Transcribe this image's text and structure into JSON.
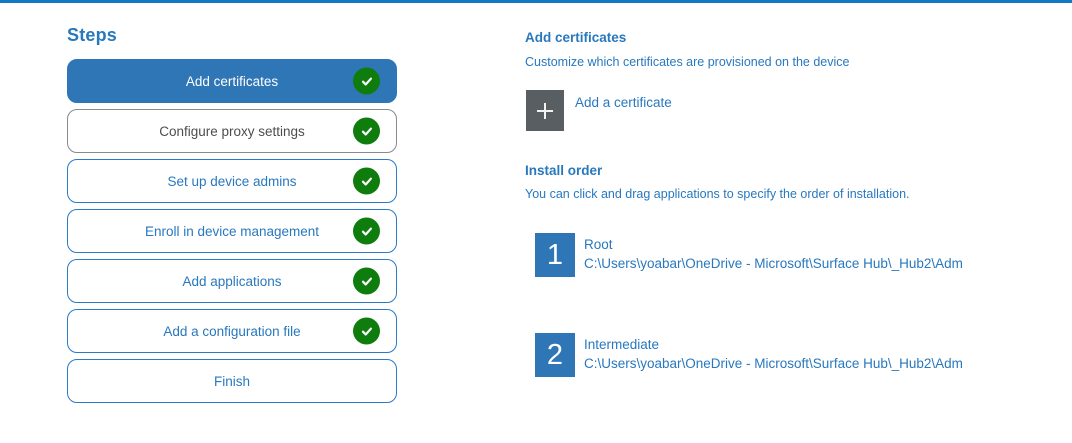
{
  "colors": {
    "accent_blue": "#2f76b7",
    "text_blue": "#2878be",
    "outline_blue": "#2a7ac8",
    "visited_gray_border": "#8a8a8a",
    "visited_gray_text": "#4d4d4d",
    "check_green": "#0e7d0e",
    "plus_tile_gray": "#595e62",
    "top_rule_blue": "#0f79c4"
  },
  "steps": {
    "title": "Steps",
    "check_icon": "check-circle-icon",
    "items": [
      {
        "label": "Add certificates",
        "state": "active",
        "checked": true
      },
      {
        "label": "Configure proxy settings",
        "state": "visited",
        "checked": true
      },
      {
        "label": "Set up device admins",
        "state": "normal",
        "checked": true
      },
      {
        "label": "Enroll in device management",
        "state": "normal",
        "checked": true
      },
      {
        "label": "Add applications",
        "state": "normal",
        "checked": true
      },
      {
        "label": "Add a configuration file",
        "state": "normal",
        "checked": true
      },
      {
        "label": "Finish",
        "state": "normal",
        "checked": false
      }
    ]
  },
  "content": {
    "title": "Add certificates",
    "subtitle": "Customize which certificates are provisioned on the device",
    "add_button": {
      "icon": "plus-icon",
      "label": "Add a certificate"
    },
    "install_order": {
      "title": "Install order",
      "description": "You can click and drag applications to specify the order of installation.",
      "items": [
        {
          "number": "1",
          "name": "Root",
          "path": "C:\\Users\\yoabar\\OneDrive - Microsoft\\Surface Hub\\_Hub2\\Adm"
        },
        {
          "number": "2",
          "name": "Intermediate",
          "path": "C:\\Users\\yoabar\\OneDrive - Microsoft\\Surface Hub\\_Hub2\\Adm"
        }
      ]
    }
  }
}
